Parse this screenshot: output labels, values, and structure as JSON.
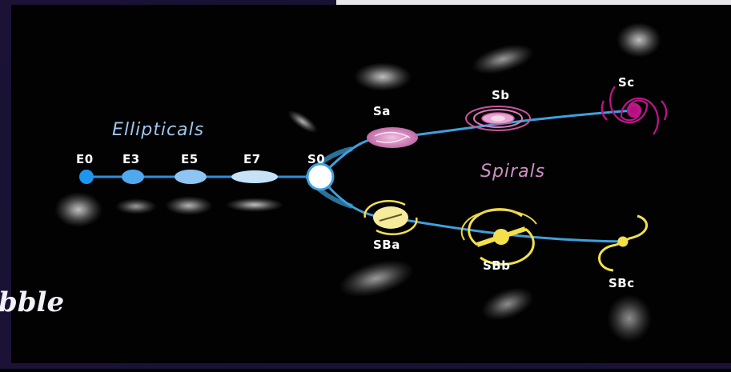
{
  "diagram": {
    "group_labels": {
      "ellipticals": "Ellipticals",
      "spirals": "Spirals"
    },
    "nodes": {
      "e0": "E0",
      "e3": "E3",
      "e5": "E5",
      "e7": "E7",
      "s0": "S0",
      "sa": "Sa",
      "sb": "Sb",
      "sc": "Sc",
      "sba": "SBa",
      "sbb": "SBb",
      "sbc": "SBc"
    },
    "colors": {
      "elliptical": "#2a9df4",
      "branch": "#3fa0dc",
      "spiral": "#d47ab4",
      "barred": "#f4e04a",
      "ellipticals_label": "#9fc6ec",
      "spirals_label": "#cf8fc2"
    }
  },
  "slide": {
    "title_fragment": "bble"
  }
}
